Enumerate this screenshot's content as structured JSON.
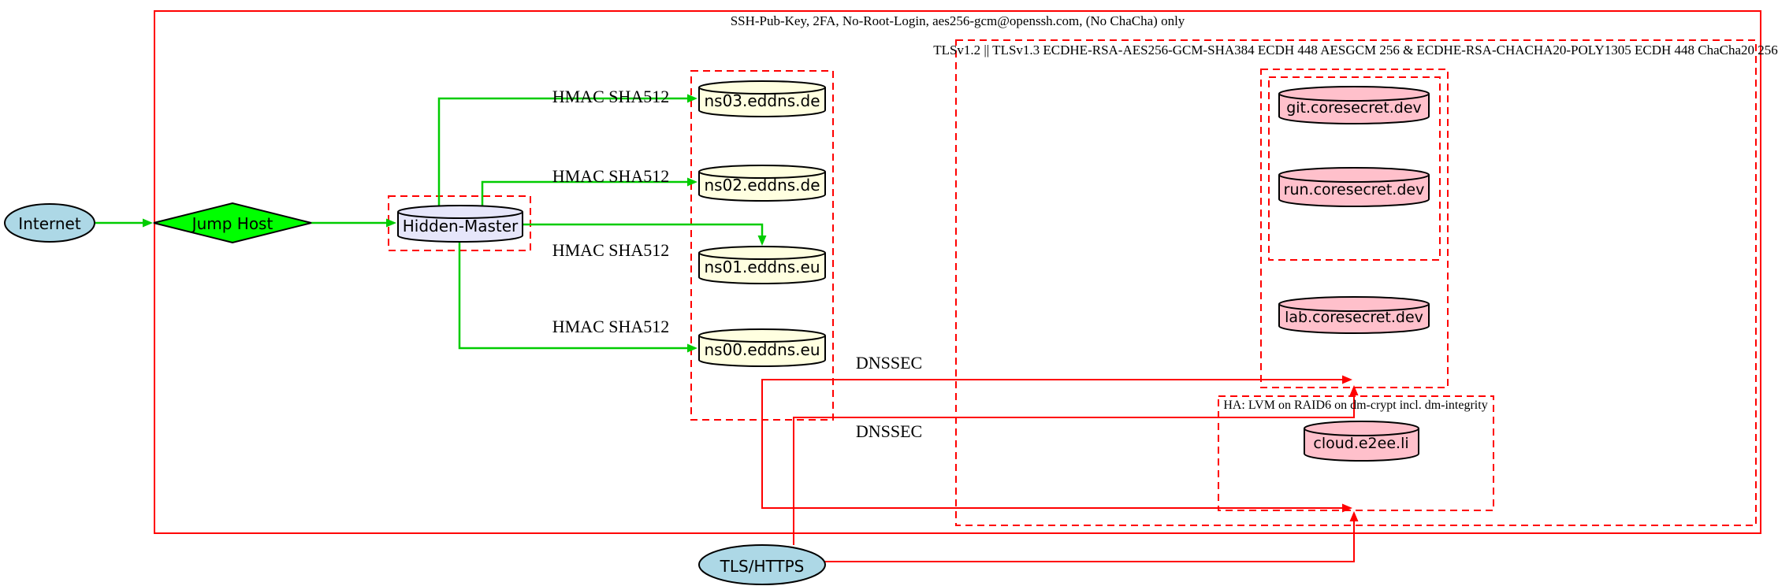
{
  "diagram": {
    "clusters": {
      "ssh": {
        "label": "SSH-Pub-Key, 2FA, No-Root-Login, aes256-gcm@openssh.com, (No ChaCha) only",
        "border": "solid red"
      },
      "tls": {
        "label": "TLSv1.2 || TLSv1.3 ECDHE-RSA-AES256-GCM-SHA384 ECDH 448 AESGCM 256 & ECDHE-RSA-CHACHA20-POLY1305 ECDH 448 ChaCha20 256",
        "border": "dashed red"
      },
      "ha": {
        "label": "HA: LVM on RAID6 on dm-crypt incl. dm-integrity",
        "border": "dashed red"
      },
      "dns": {
        "label": "",
        "border": "dashed red"
      },
      "coresecret_outer": {
        "label": "",
        "border": "dashed red"
      },
      "coresecret_inner": {
        "label": "",
        "border": "dashed red"
      },
      "hidden_master_box": {
        "label": "",
        "border": "dashed red"
      }
    },
    "nodes": {
      "internet": {
        "label": "Internet",
        "shape": "ellipse",
        "fill": "#ADD8E6"
      },
      "jump_host": {
        "label": "Jump Host",
        "shape": "diamond",
        "fill": "#00FF00"
      },
      "hidden_master": {
        "label": "Hidden-Master",
        "shape": "cylinder",
        "fill": "#E6E6FA"
      },
      "ns03": {
        "label": "ns03.eddns.de",
        "shape": "cylinder",
        "fill": "#FFFFE0"
      },
      "ns02": {
        "label": "ns02.eddns.de",
        "shape": "cylinder",
        "fill": "#FFFFE0"
      },
      "ns01": {
        "label": "ns01.eddns.eu",
        "shape": "cylinder",
        "fill": "#FFFFE0"
      },
      "ns00": {
        "label": "ns00.eddns.eu",
        "shape": "cylinder",
        "fill": "#FFFFE0"
      },
      "git": {
        "label": "git.coresecret.dev",
        "shape": "cylinder",
        "fill": "#FFC0CB"
      },
      "run": {
        "label": "run.coresecret.dev",
        "shape": "cylinder",
        "fill": "#FFC0CB"
      },
      "lab": {
        "label": "lab.coresecret.dev",
        "shape": "cylinder",
        "fill": "#FFC0CB"
      },
      "cloud": {
        "label": "cloud.e2ee.li",
        "shape": "cylinder",
        "fill": "#FFC0CB"
      },
      "tls_https": {
        "label": "TLS/HTTPS",
        "shape": "ellipse",
        "fill": "#ADD8E6"
      }
    },
    "edge_labels": {
      "hmac1": "HMAC SHA512",
      "hmac2": "HMAC SHA512",
      "hmac3": "HMAC SHA512",
      "hmac4": "HMAC SHA512",
      "dnssec1": "DNSSEC",
      "dnssec2": "DNSSEC"
    },
    "colors": {
      "secure_edge_green": "#00CC00",
      "tls_edge_red": "#FF0000",
      "cluster_red": "#FF0000",
      "node_border": "#000000"
    }
  }
}
